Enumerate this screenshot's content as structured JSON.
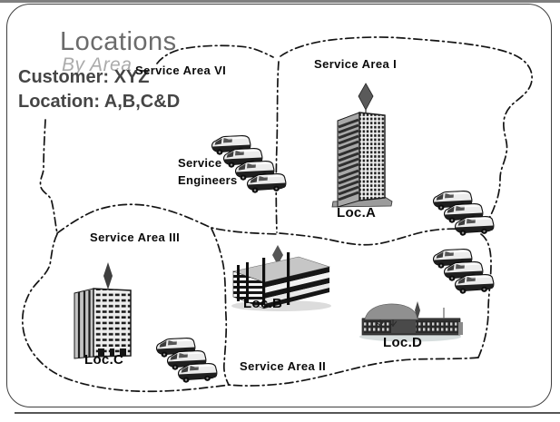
{
  "header": {
    "title": "Locations",
    "subtitle": "By Area",
    "customer": "Customer: XYZ",
    "location": "Location: A,B,C&D"
  },
  "areas": [
    {
      "label": "Service Area VI"
    },
    {
      "label": "Service Area I"
    },
    {
      "label": "Service Area III"
    },
    {
      "label": "Service Area II"
    }
  ],
  "buildings": [
    {
      "label": "Loc.A",
      "type": "high-rise tower"
    },
    {
      "label": "Loc.B",
      "type": "mid-rise office"
    },
    {
      "label": "Loc.C",
      "type": "high-rise tower"
    },
    {
      "label": "Loc.D",
      "type": "low campus building"
    }
  ],
  "engineers": {
    "line1": "Service",
    "line2": "Engineers"
  },
  "colors": {
    "top_bar": "#7f7f7f",
    "frame_border": "#3f3f3f",
    "bottom_rule": "#565656",
    "title_gray": "#6b6b6b",
    "subtitle_gray": "#ababab",
    "body_text": "#454545",
    "map_line": "#141414"
  }
}
